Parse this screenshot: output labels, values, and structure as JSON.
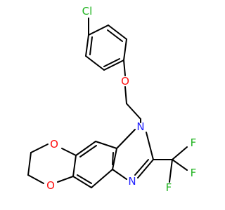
{
  "molecule": {
    "atoms": [
      {
        "id": "cl",
        "symbol": "Cl",
        "color": "#1fb31f"
      },
      {
        "id": "o_ether",
        "symbol": "O",
        "color": "#ff0d0d"
      },
      {
        "id": "n1",
        "symbol": "N",
        "color": "#1f1fff"
      },
      {
        "id": "n3",
        "symbol": "N",
        "color": "#1f1fff"
      },
      {
        "id": "o_diox_top",
        "symbol": "O",
        "color": "#ff0d0d"
      },
      {
        "id": "o_diox_bot",
        "symbol": "O",
        "color": "#ff0d0d"
      },
      {
        "id": "f1",
        "symbol": "F",
        "color": "#1fb31f"
      },
      {
        "id": "f2",
        "symbol": "F",
        "color": "#1fb31f"
      },
      {
        "id": "f3",
        "symbol": "F",
        "color": "#1fb31f"
      }
    ],
    "bond_color": "#000000"
  }
}
